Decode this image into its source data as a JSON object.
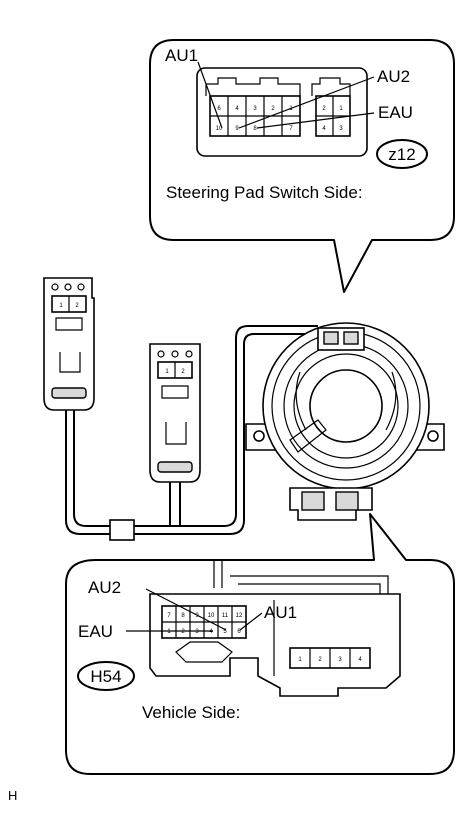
{
  "top_callout": {
    "labels": {
      "au1": "AU1",
      "au2": "AU2",
      "eau": "EAU"
    },
    "connector_code": "z12",
    "side_label": "Steering Pad Switch Side:",
    "pins_row1": [
      "6",
      "4",
      "3",
      "2",
      "1"
    ],
    "pins_row2": [
      "10",
      "9",
      "8",
      "7"
    ],
    "pins_small_row1": [
      "2",
      "1"
    ],
    "pins_small_row2": [
      "4",
      "3"
    ]
  },
  "bottom_callout": {
    "labels": {
      "au2": "AU2",
      "au1": "AU1",
      "eau": "EAU"
    },
    "connector_code": "H54",
    "side_label": "Vehicle Side:",
    "pins_row1": [
      "7",
      "8",
      "9",
      "10",
      "11",
      "12"
    ],
    "pins_row2": [
      "1",
      "2",
      "3",
      "4",
      "5",
      "6"
    ],
    "pins_small": [
      "1",
      "2",
      "3",
      "4"
    ]
  },
  "small_connector_pins": [
    "1",
    "2"
  ],
  "footer": {
    "code": "H"
  }
}
